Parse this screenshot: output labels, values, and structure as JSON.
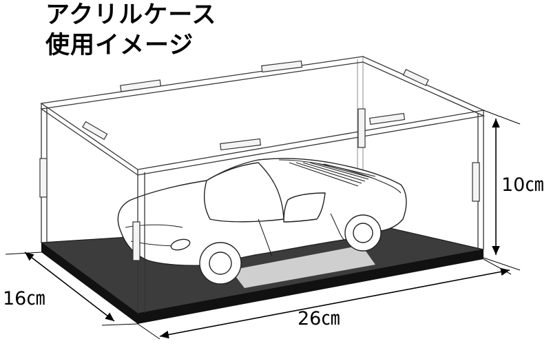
{
  "title": {
    "line1": "アクリルケース",
    "line2": "使用イメージ"
  },
  "dimensions": {
    "height": "10㎝",
    "depth": "16㎝",
    "width": "26㎝"
  },
  "colors": {
    "base": "#3c3c3c",
    "base_edge": "#111111",
    "reflection": "#cfcfcf"
  }
}
